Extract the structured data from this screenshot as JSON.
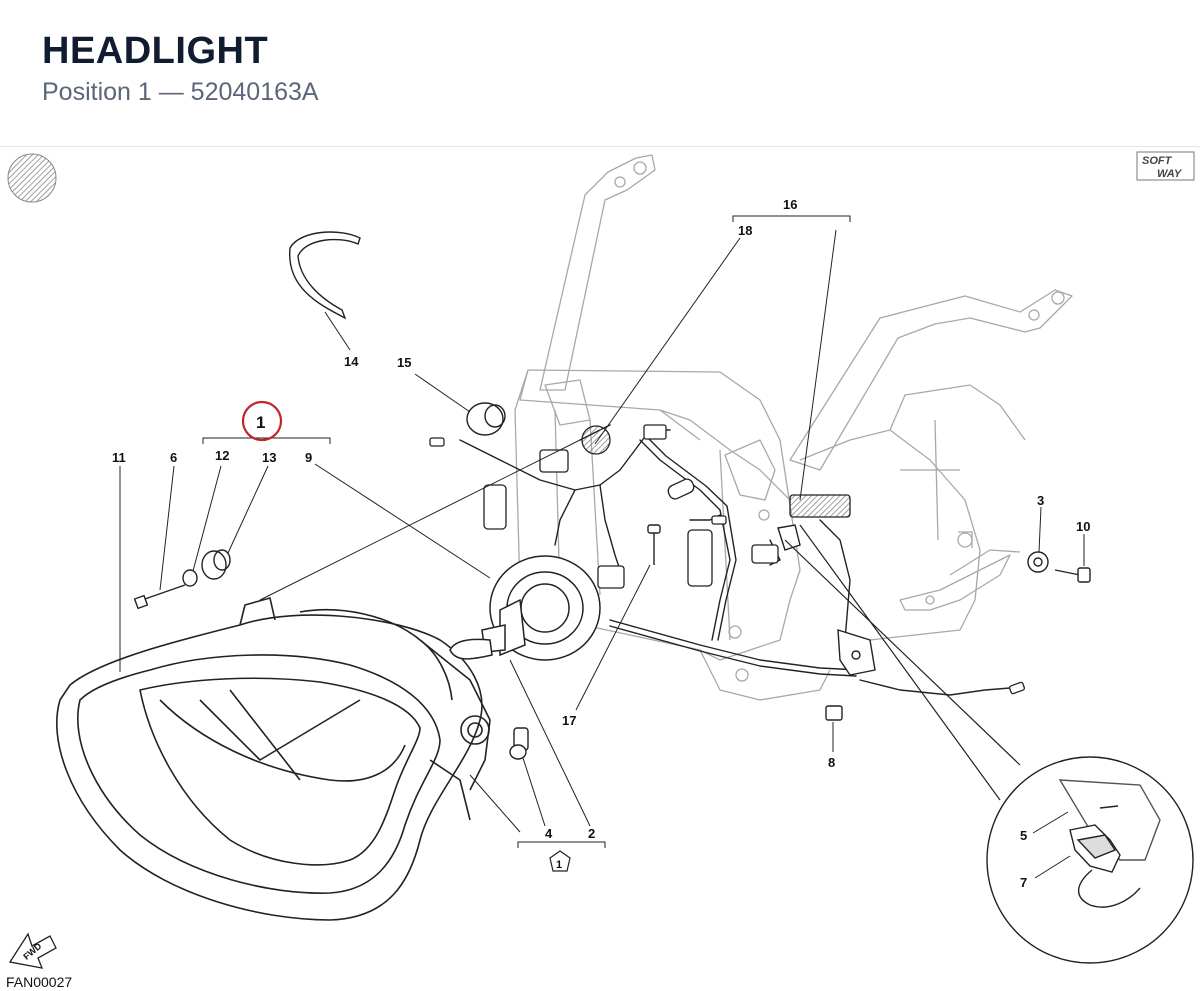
{
  "header": {
    "title": "HEADLIGHT",
    "subtitle": "Position 1 — 52040163A"
  },
  "diagram": {
    "drawing_code": "FAN00027",
    "brand_logo_text": "SOFT WAY",
    "fwd_arrow_text": "FWD",
    "highlighted_position": "1",
    "kit_marker": "1",
    "callouts": [
      "16",
      "18",
      "14",
      "15",
      "1",
      "11",
      "6",
      "12",
      "13",
      "9",
      "3",
      "10",
      "17",
      "8",
      "4",
      "2",
      "5",
      "7"
    ]
  },
  "colors": {
    "title": "#121c30",
    "subtitle": "#5b6778",
    "highlight_ring": "#c0242c",
    "line_art": "#222222",
    "frame_art": "#a8a8a8"
  }
}
